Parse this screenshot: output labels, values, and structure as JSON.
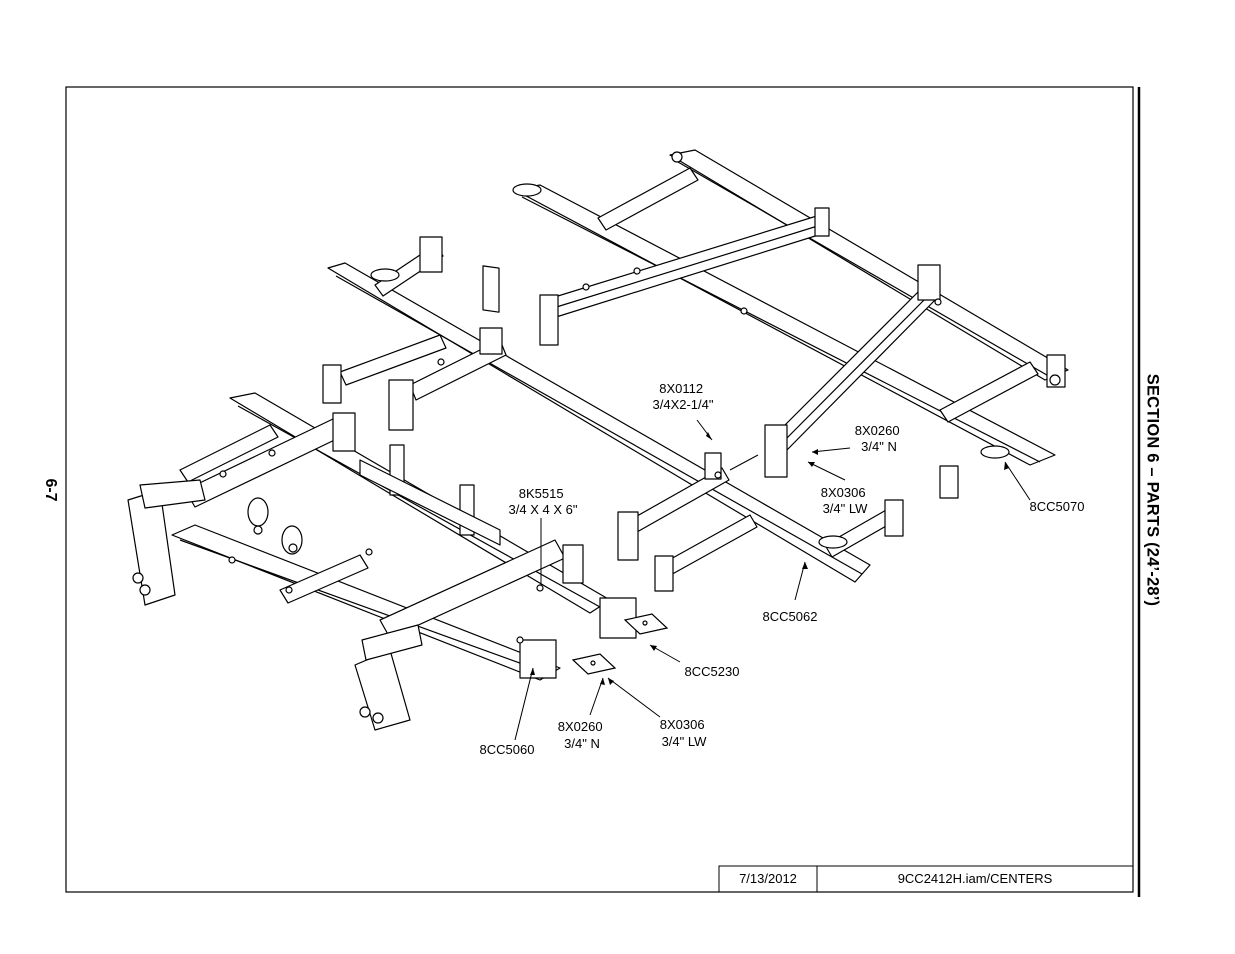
{
  "page": {
    "section_title": "SECTION 6 – PARTS (24’-28’)",
    "page_number": "6-7"
  },
  "title_block": {
    "date": "7/13/2012",
    "drawing_file": "9CC2412H.iam/CENTERS"
  },
  "callouts": [
    {
      "id": "8x0112",
      "lines": [
        "8X0112",
        "3/4X2-1/4\""
      ]
    },
    {
      "id": "8x0260-right",
      "lines": [
        "8X0260",
        "3/4\" N"
      ]
    },
    {
      "id": "8x0306-right",
      "lines": [
        "8X0306",
        "3/4\" LW"
      ]
    },
    {
      "id": "8cc5070",
      "lines": [
        "8CC5070"
      ]
    },
    {
      "id": "8k5515",
      "lines": [
        "8K5515",
        "3/4 X 4 X 6\""
      ]
    },
    {
      "id": "8cc5062",
      "lines": [
        "8CC5062"
      ]
    },
    {
      "id": "8cc5230",
      "lines": [
        "8CC5230"
      ]
    },
    {
      "id": "8x0260-bottom",
      "lines": [
        "8X0260",
        "3/4\" N"
      ]
    },
    {
      "id": "8x0306-bottom",
      "lines": [
        "8X0306",
        "3/4\" LW"
      ]
    },
    {
      "id": "8cc5060",
      "lines": [
        "8CC5060"
      ]
    }
  ]
}
